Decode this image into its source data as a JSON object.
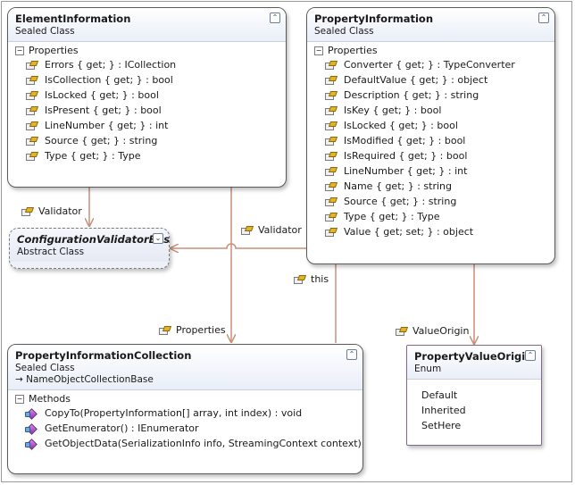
{
  "icons": {
    "property": "property-icon",
    "method": "method-icon",
    "collapse": "chevron-up-icon",
    "expand": "chevron-down-icon"
  },
  "colors": {
    "connector": "#c98f7a",
    "border": "#5a5a5a",
    "header_gradient_end": "#e9eef8"
  },
  "element_information": {
    "title": "ElementInformation",
    "stereotype": "Sealed Class",
    "section": "Properties",
    "members": [
      "Errors { get; } : ICollection",
      "IsCollection { get; } : bool",
      "IsLocked { get; } : bool",
      "IsPresent { get; } : bool",
      "LineNumber { get; } : int",
      "Source { get; } : string",
      "Type { get; } : Type"
    ]
  },
  "property_information": {
    "title": "PropertyInformation",
    "stereotype": "Sealed Class",
    "section": "Properties",
    "members": [
      "Converter { get; } : TypeConverter",
      "DefaultValue { get; } : object",
      "Description { get; } : string",
      "IsKey { get; } : bool",
      "IsLocked { get; } : bool",
      "IsModified { get; } : bool",
      "IsRequired { get; } : bool",
      "LineNumber { get; } : int",
      "Name { get; } : string",
      "Source { get; } : string",
      "Type { get; } : Type",
      "Value { get; set; } : object"
    ]
  },
  "configuration_validator_base": {
    "title": "ConfigurationValidatorBase",
    "stereotype": "Abstract Class"
  },
  "property_information_collection": {
    "title": "PropertyInformationCollection",
    "stereotype": "Sealed Class",
    "base": "NameObjectCollectionBase",
    "section": "Methods",
    "members": [
      "CopyTo(PropertyInformation[] array, int index) : void",
      "GetEnumerator() : IEnumerator",
      "GetObjectData(SerializationInfo info, StreamingContext context) : void"
    ]
  },
  "property_value_origin": {
    "title": "PropertyValueOrigin",
    "stereotype": "Enum",
    "values": [
      "Default",
      "Inherited",
      "SetHere"
    ]
  },
  "associations": {
    "element_validator": "Validator",
    "property_validator": "Validator",
    "properties": "Properties",
    "this": "this",
    "value_origin": "ValueOrigin"
  }
}
